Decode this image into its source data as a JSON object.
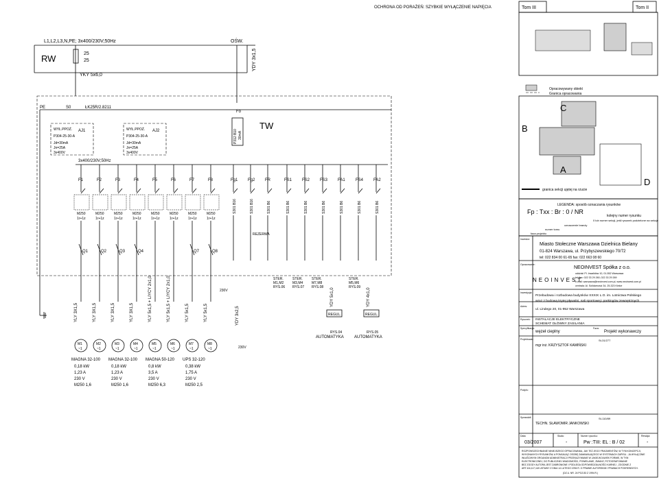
{
  "header": {
    "title": "OCHRONA OD PORAŻEŃ: SZYBKIE WYŁĄCZENIE NAPIĘCIA",
    "tab_tom3": "Tom III",
    "tab_tom2": "Tom II"
  },
  "supply": {
    "mains": "L1,L2,L3,N,PE; 3x400/230V;50Hz",
    "rw": "RW",
    "fuse_a": "25",
    "fuse_b": "25",
    "cable": "YKY 5x6,0",
    "osw": "OŚW.",
    "osw_cable": "YDY 3x1,5"
  },
  "board": {
    "pe": "PE",
    "s0": "S0",
    "switch": "ŁK25R/2.8211",
    "fo": "Fo",
    "fo_device": "P312 B10",
    "fo_rating": "30mA",
    "tw": "TW",
    "bus": "3x400/230V;50Hz",
    "aj1": {
      "title": "WYŁ.PPOŻ.",
      "id": "AJ1",
      "type": "P304-25-30-A",
      "l1": "Jd=30mA",
      "l2": "Jn=25A",
      "l3": "3x400V"
    },
    "aj2": {
      "title": "WYŁ.PPOŻ.",
      "id": "AJ2",
      "type": "P304-25-30-A",
      "l1": "Jd=30mA",
      "l2": "Jn=25A",
      "l3": "3x400V"
    }
  },
  "fuses": [
    "F1",
    "F2",
    "F3",
    "F4",
    "F5",
    "F6",
    "F7",
    "F8",
    "Fg1",
    "Fg2",
    "FR",
    "FS1",
    "FS2",
    "FS3",
    "FA1",
    "FS4",
    "FA2"
  ],
  "breaker_rating": "M250",
  "breaker_mode": "1r+1z",
  "s301_labels": [
    "S301 B16",
    "S301 B16",
    "S301 B6",
    "S301 B6",
    "S301 B6",
    "S301 B6",
    "S301 B6",
    "S301 B6",
    "S301 B6"
  ],
  "rezerwa": "REZERWA",
  "contactors": [
    "Q1",
    "Q2",
    "Q3",
    "Q4",
    "Q7",
    "Q8"
  ],
  "feeder_cables": [
    "YLY 3X1,5",
    "YLY 3X1,5",
    "YLY 3X1,5",
    "YLY 3X1,5",
    "YLY 5x1,5 + LIYCY 2x1,0",
    "YLY 5x1,5 + LIYCY 2x1,0",
    "YLY 5x1,5",
    "YLY 5x1,5"
  ],
  "motors": [
    "M1",
    "M2",
    "M3",
    "M4",
    "M5",
    "M6",
    "M7",
    "M8"
  ],
  "motor_phase": "~1",
  "socket": "230V",
  "socket_cable": "YDY 3x2,5",
  "pumps": [
    {
      "name": "MAGNA 32-100",
      "p": "0,18  kW",
      "i": "1,23  A",
      "u": "230  V",
      "m": "M250 1,6"
    },
    {
      "name": "MAGNA 32-100",
      "p": "0,18  kW",
      "i": "1,23  A",
      "u": "230  V",
      "m": "M250 1,6"
    },
    {
      "name": "MAGNA 50-120",
      "p": "0,8   kW",
      "i": "3,5   A",
      "u": "230  V",
      "m": "M250 6,3"
    },
    {
      "name": "UPS 32-120",
      "p": "0,38  kW",
      "i": "1,75 A",
      "u": "230  V",
      "m": "M250 2,5"
    }
  ],
  "ster": [
    {
      "a": "STER.",
      "b": "M1,M2",
      "c": "RYS.06"
    },
    {
      "a": "STER.",
      "b": "M3,M4",
      "c": "RYS.07"
    },
    {
      "a": "STER.",
      "b": "M7,M8",
      "c": "RYS.08"
    },
    {
      "a": "STER.",
      "b": "M5,M6",
      "c": "RYS.09"
    }
  ],
  "ydy_5": "YDY 5x1,0",
  "ydy_4": "YDY 4x1,0",
  "regul": "REGUL.",
  "rys04": "RYS.04",
  "rys05": "RYS.05",
  "automatyka": "AUTOMATYKA",
  "legend_panel": {
    "opracowany": "Opracowywany obiekt",
    "granica": "Granica opracowania",
    "a": "A",
    "b": "B",
    "c": "C",
    "d": "D",
    "granica_sekcji": "granica sekcji ujętej na rzucie",
    "legenda": "LEGENDA: sposób oznaczania rysunków",
    "formula": "Fp : Txx : Br :   0  / NR",
    "kolejny": "kolejny numer rysunku",
    "sekcja": "0 lub numer sekcji, jeśli rysunek podzielone na sekcje",
    "branza": "oznaczenie branży",
    "tomu": "numer tomu",
    "faza": "faza projektu"
  },
  "title_block": {
    "inwestor_lbl": "Inwestor:",
    "inwestor": "Miasto Stołeczne Warszawa Dzielnica Bielany",
    "inwestor_addr": "01-824 Warszawa, ul. Przybyszewskiego 70/72",
    "inwestor_tel": "tel: 022 834 00 61-65 fax: 022 663 08 60",
    "opracowanie_lbl": "Opracowanie:",
    "firm": "NEOINVEST Spółka z o.o.",
    "firm_logo": "NEOINVEST",
    "firm_l1": "oddział: Pl. Inwalidów 10, 01-552 Warszawa",
    "firm_l2": "tel./fax: 022 33 29 260, 022 33 29 269",
    "firm_l3": "e-mail: warszawa@neoinvest.com.pl, www.neoinvest.com.pl",
    "firm_l4": "centrala: Al. Solidarności 34, 25-323 Kielce",
    "inwestycja_lbl": "Inwestycja:",
    "inwestycja_1": "Przebudowa i rozbudowa budynków XXXIX L.O. im. Lotnictwa Polskiego",
    "inwestycja_2": "wraz z budową krytej pływalni, sali sportowej i parkingów zewnętrznych",
    "adres_lbl": "Adres:",
    "adres": "ul. Lindego 20, 01-952 Warszawa",
    "rysunek_lbl": "Rysunek:",
    "rysunek_1": "INSTALACJE ELEKTRYCZNE",
    "rysunek_2": "SCHEMAT GŁÓWNY ZASILANIA",
    "specyfikacja_lbl": "Specyfikacja:",
    "specyfikacja": "węzeł cieplny",
    "faza_lbl": "Faza:",
    "faza": "Projekt wykonawczy",
    "projektowal_lbl": "Projektował:",
    "projektowal": "mgr inż. KRZYSZTOF KAMIŃSKI",
    "upr1": "St-31/277",
    "podpis_lbl": "Podpis:",
    "sprawdzil_lbl": "Sprawdził:",
    "sprawdzil": "TECHN. SŁAWOMIR JANKOWSKI",
    "upr2": "St-110/89",
    "data_lbl": "Data:",
    "data": "03/2007",
    "skala_lbl": "Skala:",
    "skala": "-",
    "nr_lbl": "Numer rysunku:",
    "nr": "Pw :TIII:  EL  :  B  / 02",
    "rewizja_lbl": "Rewizja:",
    "rewizja": "-",
    "footer_1": "ROZPOWSZECHNIANIE NINIEJSZEGO OPRACOWANIA, JAK TEŻ JEGO FRAGMENTÓW, W TYM KONCEPCJI,",
    "footer_2": "WYKONANYCH RYSUNKÓW, A POMIJAJĄC OSOBĘ ZAMAWIAJĄCEGO W SYSTEMACH ZAPISU - JA WYŁĄCZNIE",
    "footer_3": "WŁAŚCIWYM ORGANOM ADMINISTRACJI PRZEKAZYWANIE W JAKIEJKOLWIEK FORMIE, W TYM",
    "footer_4": "ELEKTRONICZNEJ, DO PUBLICZNEJ WIADOMOŚCI, POWIELANIE, ZMIANY, FOTOGRAFOWANIE",
    "footer_5": "BEZ ZGODY AUTORA JEST ZABRONIONE I PODLEGA ODPOWIEDZIALNOŚCI KARNEJ - ZGODNIE Z",
    "footer_6": "ART.116,117,118 USTAWY Z DNIA 14 LUTEGO 1994 R. O PRAWIE AUTORSKIM I PRAWACH POKREWNYCH.",
    "footer_7": "(DZ.U. NR. 24 POZ.83  Z  1994 R.)"
  }
}
